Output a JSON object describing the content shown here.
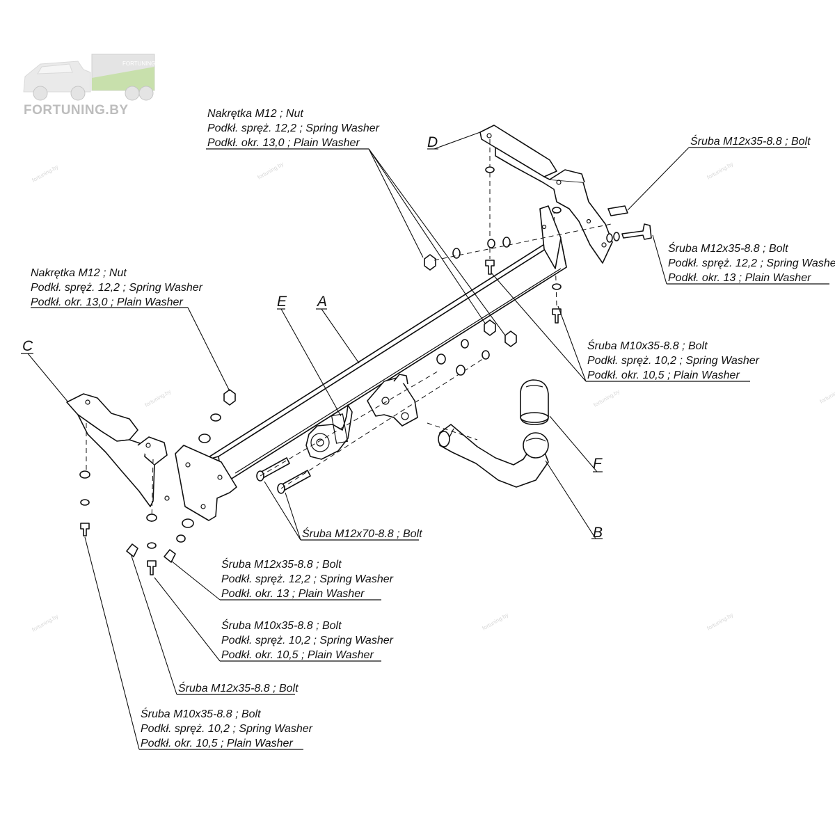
{
  "logo": {
    "text": "FORTUNING.BY",
    "trailer_text": "FORTUNING",
    "watermark": "fortuning.by"
  },
  "letters": {
    "A": "A",
    "B": "B",
    "C": "C",
    "D": "D",
    "E": "E",
    "F": "F"
  },
  "callouts": {
    "top_nut": [
      "Nakrętka  M12 ; Nut",
      "Podkł. spręż. 12,2 ; Spring Washer",
      "Podkł. okr. 13,0 ;  Plain Washer"
    ],
    "left_nut": [
      "Nakrętka  M12 ; Nut",
      "Podkł. spręż. 12,2 ; Spring Washer",
      "Podkł. okr. 13,0 ;  Plain Washer"
    ],
    "right_bolt_top": [
      "Śruba M12x35-8.8 ;  Bolt"
    ],
    "right_bolt_washers": [
      "Śruba M12x35-8.8 ;  Bolt",
      "Podkł. spręż. 12,2 ; Spring Washer",
      "Podkł. okr. 13 ;  Plain Washer"
    ],
    "right_m10": [
      "Śruba M10x35-8.8 ;  Bolt",
      "Podkł. spręż. 10,2 ; Spring Washer",
      "Podkł. okr. 10,5 ;  Plain Washer"
    ],
    "center_m12x70": [
      "Śruba M12x70-8.8 ;  Bolt"
    ],
    "mid_m12": [
      "Śruba M12x35-8.8 ;  Bolt",
      "Podkł. spręż. 12,2 ; Spring Washer",
      "Podkł. okr. 13 ;  Plain Washer"
    ],
    "mid_m10": [
      "Śruba M10x35-8.8 ;  Bolt",
      "Podkł. spręż. 10,2 ; Spring Washer",
      "Podkł. okr. 10,5 ;  Plain Washer"
    ],
    "low_m12": [
      "Śruba M12x35-8.8 ;  Bolt"
    ],
    "bottom_m10": [
      "Śruba M10x35-8.8 ;  Bolt",
      "Podkł. spręż. 10,2 ; Spring Washer",
      "Podkł. okr. 10,5 ;  Plain Washer"
    ]
  }
}
